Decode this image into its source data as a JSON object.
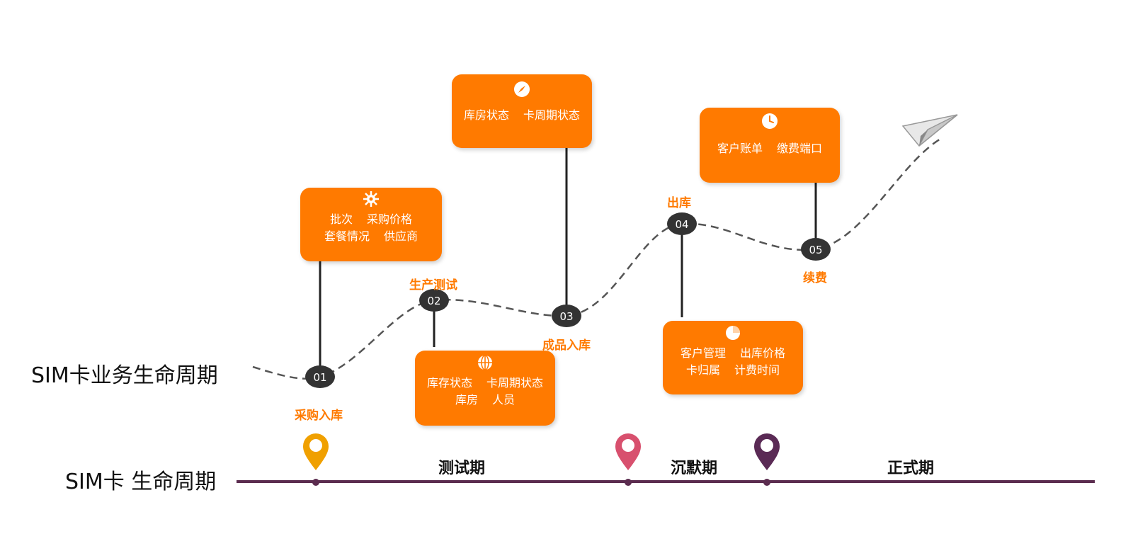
{
  "titles": {
    "business": "SIM卡业务生命周期",
    "card": "SIM卡 生命周期"
  },
  "stages": [
    {
      "num": "01",
      "label": "采购入库"
    },
    {
      "num": "02",
      "label": "生产测试"
    },
    {
      "num": "03",
      "label": "成品入库"
    },
    {
      "num": "04",
      "label": "出库"
    },
    {
      "num": "05",
      "label": "续费"
    }
  ],
  "cards": [
    {
      "icon": "gear-icon",
      "lines": [
        [
          "批次",
          "采购价格"
        ],
        [
          "套餐情况",
          "供应商"
        ]
      ]
    },
    {
      "icon": "globe-icon",
      "lines": [
        [
          "库存状态",
          "卡周期状态"
        ],
        [
          "库房",
          "人员"
        ]
      ]
    },
    {
      "icon": "compass-icon",
      "lines": [
        [
          "库房状态",
          "卡周期状态"
        ]
      ]
    },
    {
      "icon": "pie-chart-icon",
      "lines": [
        [
          "客户管理",
          "出库价格"
        ],
        [
          "卡归属",
          "计费时间"
        ]
      ]
    },
    {
      "icon": "clock-icon",
      "lines": [
        [
          "客户账单",
          "缴费端口"
        ]
      ]
    }
  ],
  "phases": [
    "测试期",
    "沉默期",
    "正式期"
  ],
  "colors": {
    "accent": "#ff7a00",
    "node": "#333333",
    "timeline": "#5b2c4f",
    "pin_test": "#f0a000",
    "pin_silent": "#d8506e",
    "pin_formal": "#5a2a55"
  }
}
